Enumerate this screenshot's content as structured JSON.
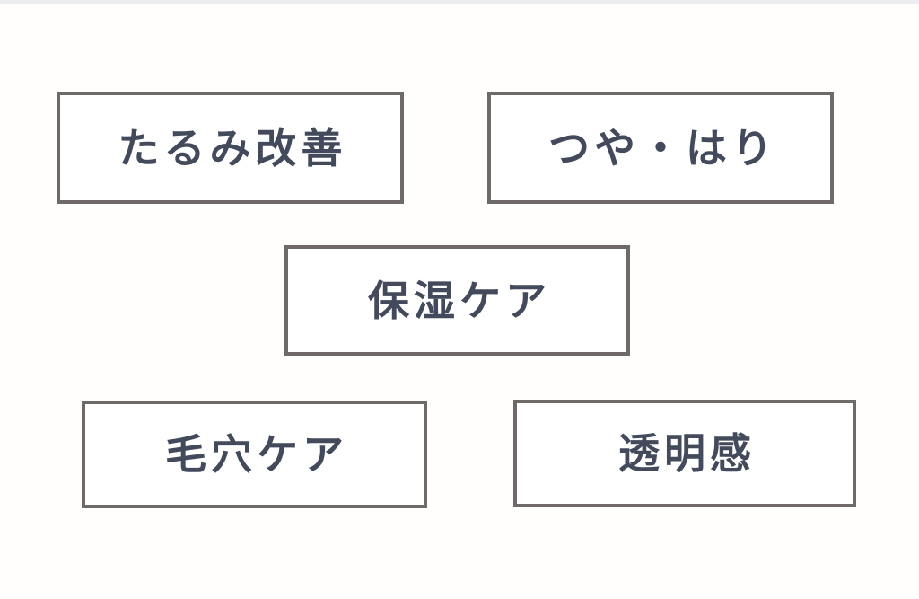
{
  "page": {
    "background_color": "#fffefd",
    "top_strip_color": "#ebedf1"
  },
  "style": {
    "box_border_color": "#6f6a67",
    "box_background_color": "#ffffff",
    "label_text_color": "#434a5c"
  },
  "boxes": [
    {
      "label": "たるみ改善"
    },
    {
      "label": "つや・はり"
    },
    {
      "label": "保湿ケア"
    },
    {
      "label": "毛穴ケア"
    },
    {
      "label": "透明感"
    }
  ]
}
